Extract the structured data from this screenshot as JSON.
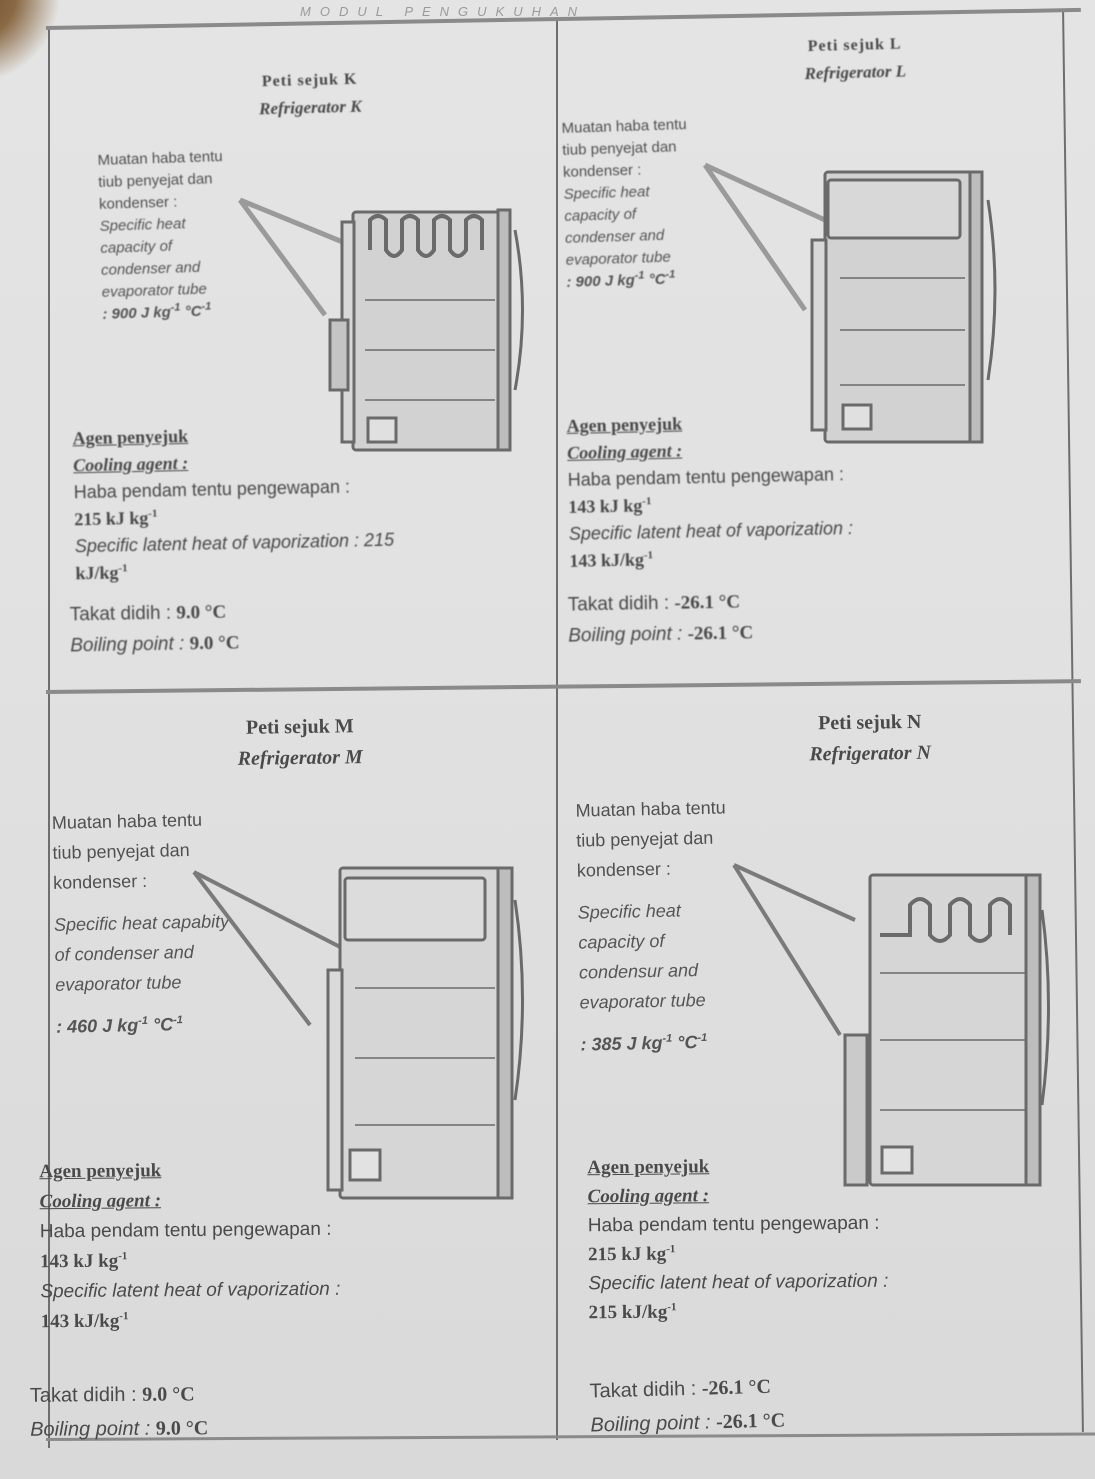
{
  "document": {
    "header": "MODUL PENGUKUHAN"
  },
  "panels": [
    {
      "id": "K",
      "title_ms": "Peti sejuk K",
      "title_en": "Refrigerator K",
      "heat_capacity_label_ms": [
        "Muatan haba tentu",
        "tiub penyejat dan",
        "kondenser :"
      ],
      "heat_capacity_label_en": [
        "Specific heat",
        "capacity of",
        "condenser and",
        "evaporator tube"
      ],
      "heat_capacity_value": ": 900 J kg",
      "heat_capacity_unit_sup": "-1",
      "heat_capacity_unit_tail": " °C",
      "heat_capacity_unit_sup2": "-1",
      "condenser_style": "coil",
      "agent_header_ms": "Agen penyejuk",
      "agent_header_en": "Cooling agent :",
      "latent_label_ms": "Haba pendam tentu pengewapan :",
      "latent_value_ms": "215 kJ kg",
      "latent_value_ms_sup": "-1",
      "latent_label_en": "Specific latent heat of vaporization : 215",
      "latent_value_en": "kJ/kg",
      "latent_value_en_sup": "-1",
      "boiling_label_ms": "Takat didih : ",
      "boiling_value_ms": "9.0 °C",
      "boiling_label_en": "Boiling point : ",
      "boiling_value_en": "9.0 °C"
    },
    {
      "id": "L",
      "title_ms": "Peti sejuk L",
      "title_en": "Refrigerator L",
      "heat_capacity_label_ms": [
        "Muatan haba tentu",
        "tiub penyejat dan",
        "kondenser :"
      ],
      "heat_capacity_label_en": [
        "Specific heat",
        "capacity of",
        "condenser and",
        "evaporator tube"
      ],
      "heat_capacity_value": ": 900 J kg",
      "heat_capacity_unit_sup": "-1",
      "heat_capacity_unit_tail": " °C",
      "heat_capacity_unit_sup2": "-1",
      "condenser_style": "panel",
      "agent_header_ms": "Agen penyejuk",
      "agent_header_en": "Cooling agent :",
      "latent_label_ms": "Haba pendam tentu pengewapan :",
      "latent_value_ms": "143 kJ kg",
      "latent_value_ms_sup": "-1",
      "latent_label_en": "Specific latent heat of vaporization :",
      "latent_value_en": "143 kJ/kg",
      "latent_value_en_sup": "-1",
      "boiling_label_ms": "Takat didih : ",
      "boiling_value_ms": "-26.1 °C",
      "boiling_label_en": "Boiling point : ",
      "boiling_value_en": "-26.1 °C"
    },
    {
      "id": "M",
      "title_ms": "Peti sejuk M",
      "title_en": "Refrigerator M",
      "heat_capacity_label_ms": [
        "Muatan haba tentu",
        "tiub penyejat dan",
        "kondenser :"
      ],
      "heat_capacity_label_en": [
        "Specific heat capabity",
        "of condenser and",
        "evaporator tube"
      ],
      "heat_capacity_value": ": 460 J kg",
      "heat_capacity_unit_sup": "-1",
      "heat_capacity_unit_tail": " °C",
      "heat_capacity_unit_sup2": "-1",
      "condenser_style": "panel",
      "agent_header_ms": "Agen penyejuk",
      "agent_header_en": "Cooling agent :",
      "latent_label_ms": "Haba pendam tentu pengewapan :",
      "latent_value_ms": "143 kJ kg",
      "latent_value_ms_sup": "-1",
      "latent_label_en": "Specific latent heat of vaporization :",
      "latent_value_en": "143 kJ/kg",
      "latent_value_en_sup": "-1",
      "boiling_label_ms": "Takat didih : ",
      "boiling_value_ms": "9.0 °C",
      "boiling_label_en": "Boiling point : ",
      "boiling_value_en": "9.0 °C"
    },
    {
      "id": "N",
      "title_ms": "Peti sejuk N",
      "title_en": "Refrigerator N",
      "heat_capacity_label_ms": [
        "Muatan haba tentu",
        "tiub penyejat dan",
        "kondenser :"
      ],
      "heat_capacity_label_en": [
        "Specific heat",
        "capacity of",
        "condensur and",
        "evaporator tube"
      ],
      "heat_capacity_value": ": 385 J kg",
      "heat_capacity_unit_sup": "-1",
      "heat_capacity_unit_tail": " °C",
      "heat_capacity_unit_sup2": "-1",
      "condenser_style": "coil",
      "agent_header_ms": "Agen penyejuk",
      "agent_header_en": "Cooling agent :",
      "latent_label_ms": "Haba pendam tentu pengewapan :",
      "latent_value_ms": "215 kJ kg",
      "latent_value_ms_sup": "-1",
      "latent_label_en": "Specific latent heat of vaporization :",
      "latent_value_en": "215 kJ/kg",
      "latent_value_en_sup": "-1",
      "boiling_label_ms": "Takat didih : ",
      "boiling_value_ms": "-26.1 °C",
      "boiling_label_en": "Boiling point : ",
      "boiling_value_en": "-26.1 °C"
    }
  ],
  "colors": {
    "paper": "#e2e2e2",
    "ink": "#4a4a4a",
    "frame": "#6e6e6e",
    "divider": "#8a8a8a"
  }
}
